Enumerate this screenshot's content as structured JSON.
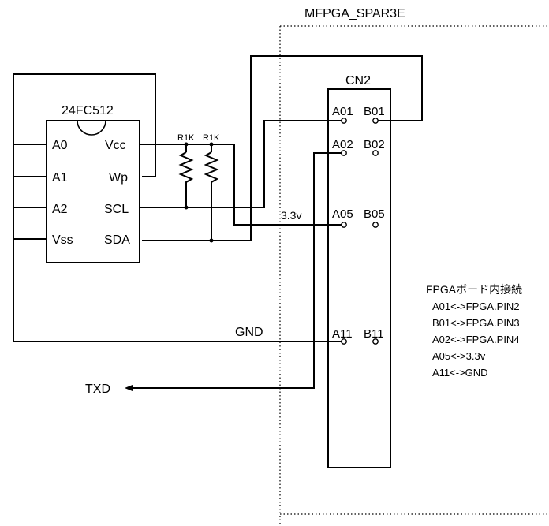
{
  "fpga_board": {
    "title": "MFPGA_SPAR3E"
  },
  "connector": {
    "name": "CN2",
    "pins": {
      "a01": "A01",
      "b01": "B01",
      "a02": "A02",
      "b02": "B02",
      "a05": "A05",
      "b05": "B05",
      "a11": "A11",
      "b11": "B11"
    }
  },
  "eeprom": {
    "part": "24FC512",
    "pins": {
      "a0": "A0",
      "a1": "A1",
      "a2": "A2",
      "vss": "Vss",
      "vcc": "Vcc",
      "wp": "Wp",
      "scl": "SCL",
      "sda": "SDA"
    }
  },
  "resistors": {
    "r1": "R1K",
    "r2": "R1K"
  },
  "nets": {
    "v33": "3.3v",
    "gnd": "GND",
    "txd": "TXD"
  },
  "notes": {
    "title": "FPGAボード内接続",
    "lines": [
      "A01<->FPGA.PIN2",
      "B01<->FPGA.PIN3",
      "A02<->FPGA.PIN4",
      "A05<->3.3v",
      "A11<->GND"
    ]
  }
}
